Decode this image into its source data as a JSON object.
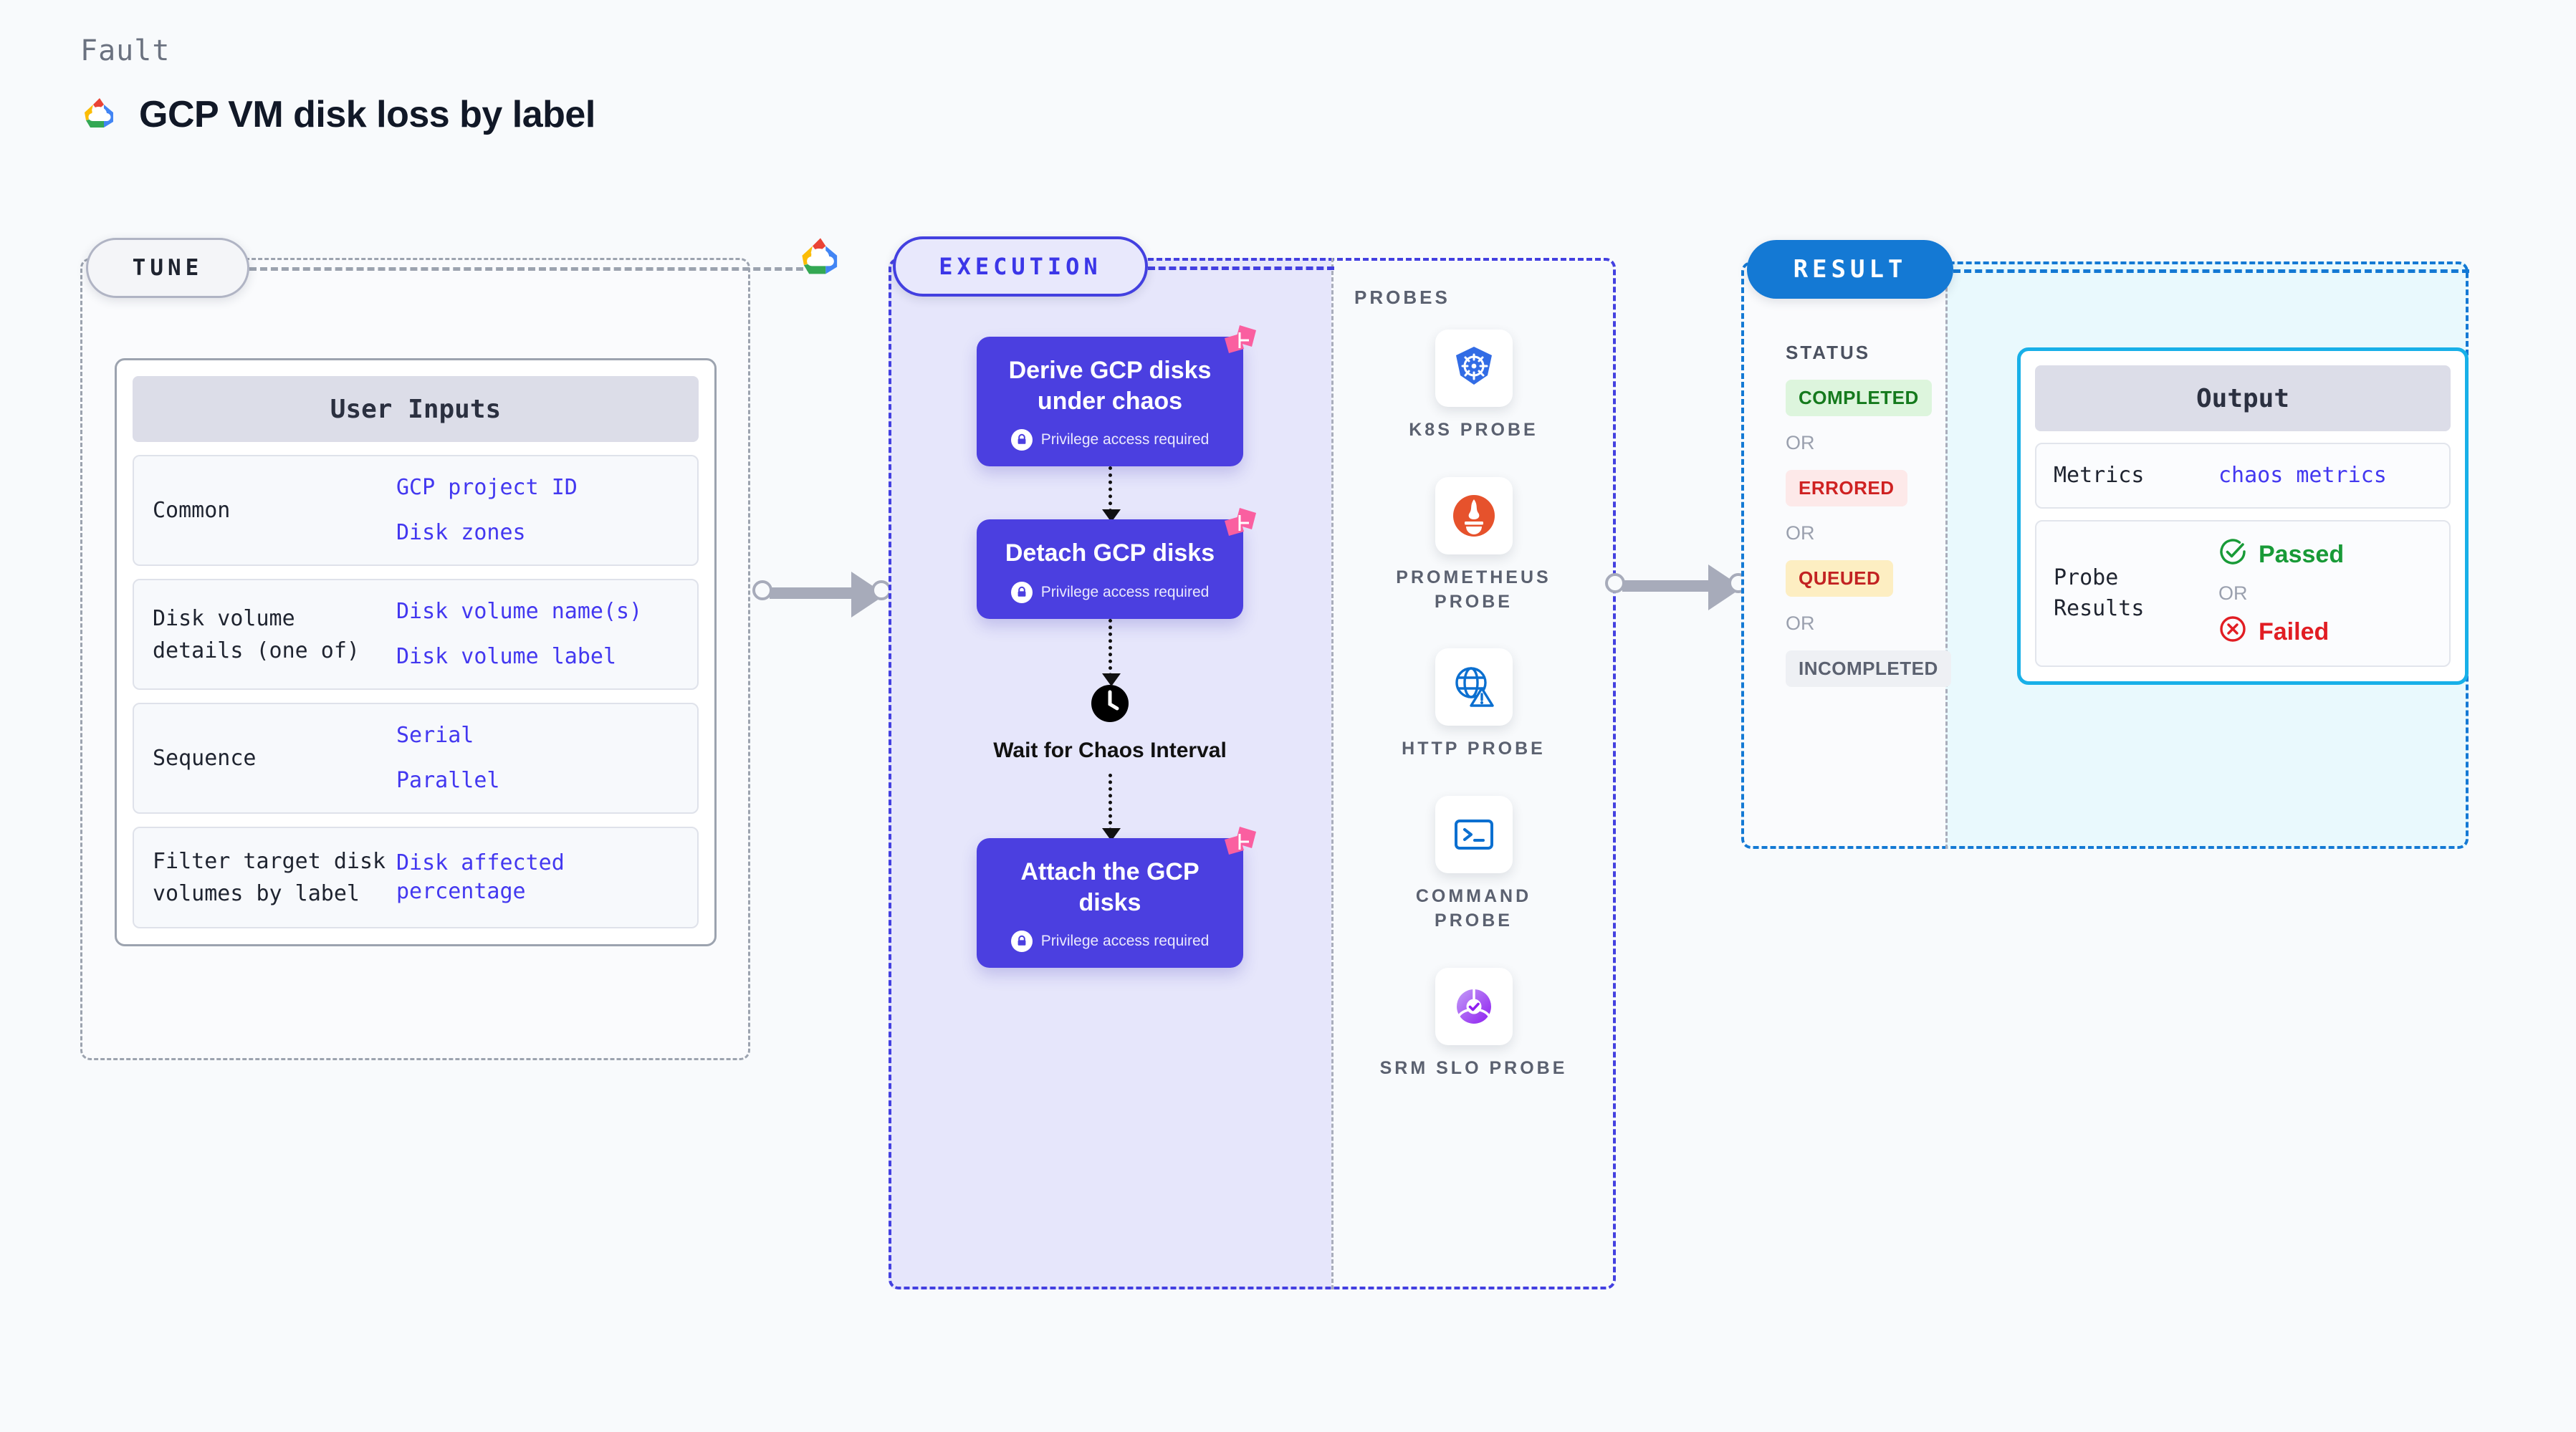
{
  "header": {
    "kicker": "Fault",
    "title": "GCP VM disk loss by label",
    "logo_icon": "gcp-cloud-logo"
  },
  "tune": {
    "badge": "TUNE",
    "endpoint_icon": "gcp-cloud-logo",
    "card_title": "User Inputs",
    "rows": [
      {
        "key": "Common",
        "values": [
          "GCP project ID",
          "Disk zones"
        ]
      },
      {
        "key": "Disk volume details (one of)",
        "values": [
          "Disk volume name(s)",
          "Disk volume label"
        ]
      },
      {
        "key": "Sequence",
        "values": [
          "Serial",
          "Parallel"
        ]
      },
      {
        "key": "Filter target disk volumes by label",
        "values": [
          "Disk affected percentage"
        ]
      }
    ]
  },
  "execution": {
    "badge": "EXECUTION",
    "privilege_note": "Privilege access required",
    "nodes": [
      {
        "title": "Derive GCP disks under chaos",
        "privileged": true,
        "chaos_badge": true
      },
      {
        "title": "Detach GCP disks",
        "privileged": true,
        "chaos_badge": true
      },
      {
        "title": "Attach the GCP disks",
        "privileged": true,
        "chaos_badge": true
      }
    ],
    "wait_step": {
      "label": "Wait for Chaos Interval",
      "icon": "clock-icon"
    },
    "probes_title": "PROBES",
    "probes": [
      {
        "label": "K8S PROBE",
        "icon": "kubernetes-icon"
      },
      {
        "label": "PROMETHEUS PROBE",
        "icon": "prometheus-icon"
      },
      {
        "label": "HTTP PROBE",
        "icon": "http-globe-warning-icon"
      },
      {
        "label": "COMMAND PROBE",
        "icon": "terminal-icon"
      },
      {
        "label": "SRM SLO PROBE",
        "icon": "srm-slo-icon"
      }
    ]
  },
  "result": {
    "badge": "RESULT",
    "status_title": "STATUS",
    "or_label": "OR",
    "statuses": [
      {
        "label": "COMPLETED",
        "bg": "#ddf5dd",
        "color": "#157a1d"
      },
      {
        "label": "ERRORED",
        "bg": "#fde9e9",
        "color": "#cf2222"
      },
      {
        "label": "QUEUED",
        "bg": "#fdeec2",
        "color": "#c22222"
      },
      {
        "label": "INCOMPLETED",
        "bg": "#eef0f4",
        "color": "#5b6170"
      }
    ],
    "output": {
      "title": "Output",
      "metrics_key": "Metrics",
      "metrics_value": "chaos metrics",
      "probe_results_key": "Probe Results",
      "passed_label": "Passed",
      "failed_label": "Failed",
      "or_label": "OR"
    }
  },
  "colors": {
    "accent_indigo": "#4b3fe0",
    "accent_blue": "#1479d4",
    "accent_cyan": "#18b0e8",
    "chaos_pink": "#fa5fa0",
    "value_text": "#4338f0",
    "page_bg": "#f8fafc"
  }
}
